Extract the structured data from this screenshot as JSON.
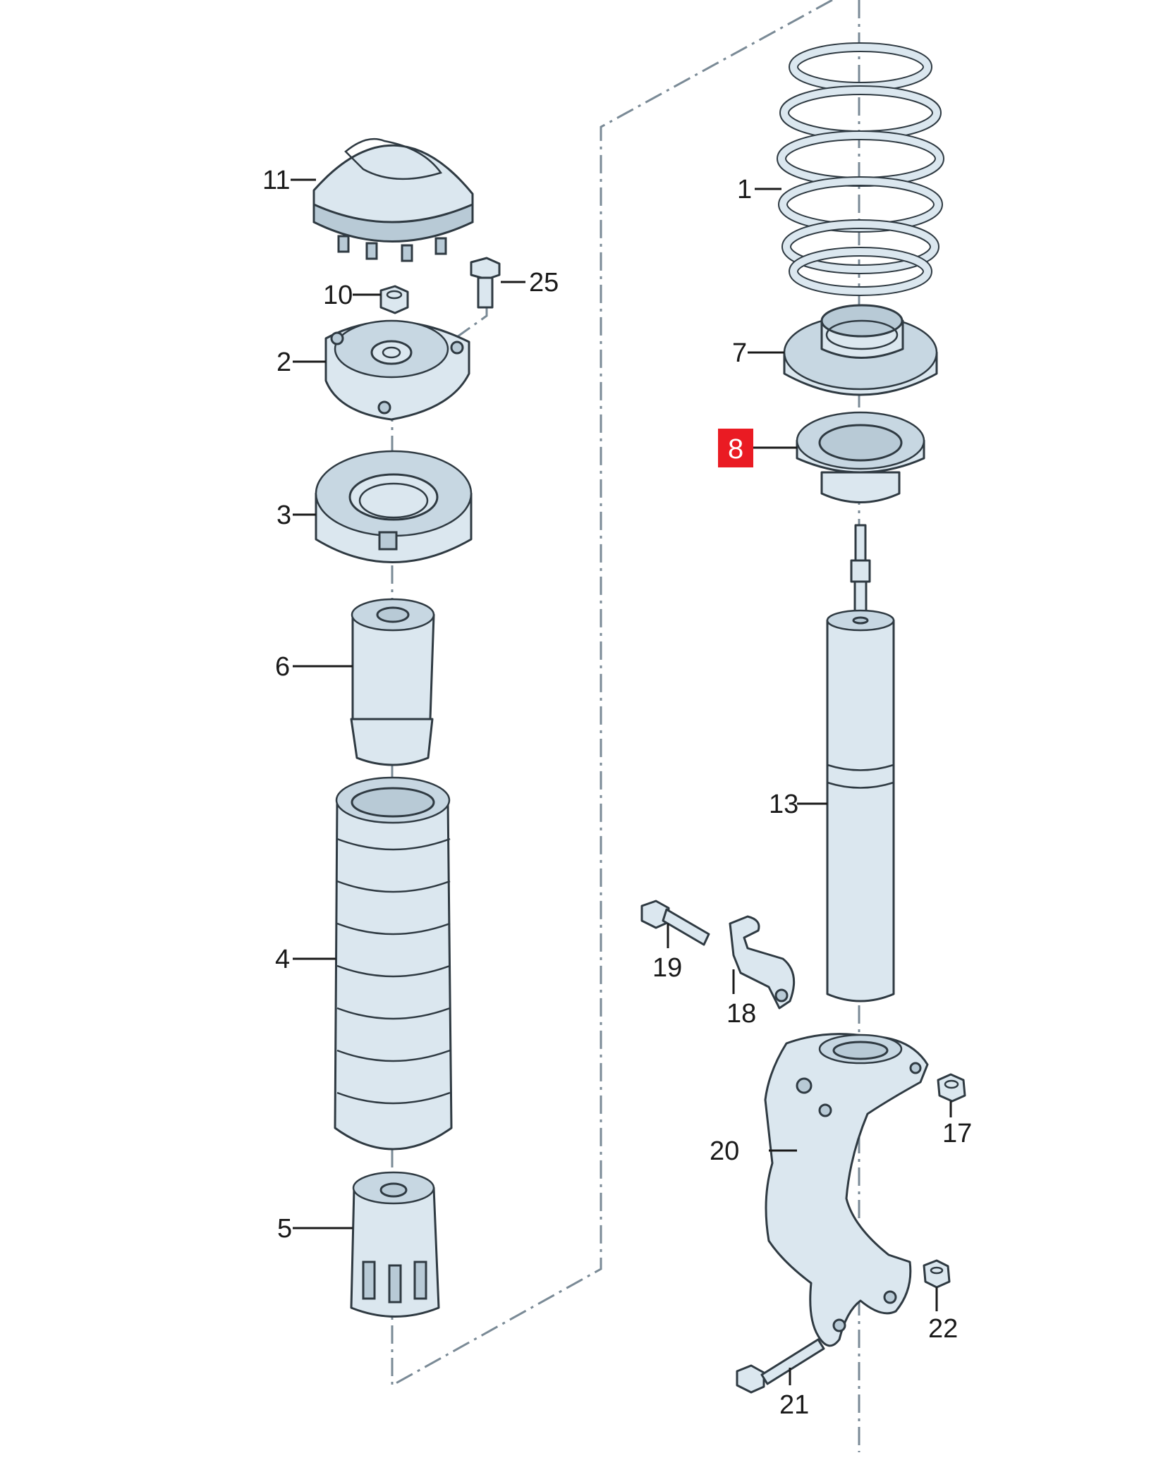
{
  "callouts": {
    "c1": "1",
    "c2": "2",
    "c3": "3",
    "c4": "4",
    "c5": "5",
    "c6": "6",
    "c7": "7",
    "c8": "8",
    "c10": "10",
    "c11": "11",
    "c13": "13",
    "c17": "17",
    "c18": "18",
    "c19": "19",
    "c20": "20",
    "c21": "21",
    "c22": "22",
    "c25": "25"
  },
  "highlight": {
    "label": "8",
    "color": "#ea1b23"
  }
}
